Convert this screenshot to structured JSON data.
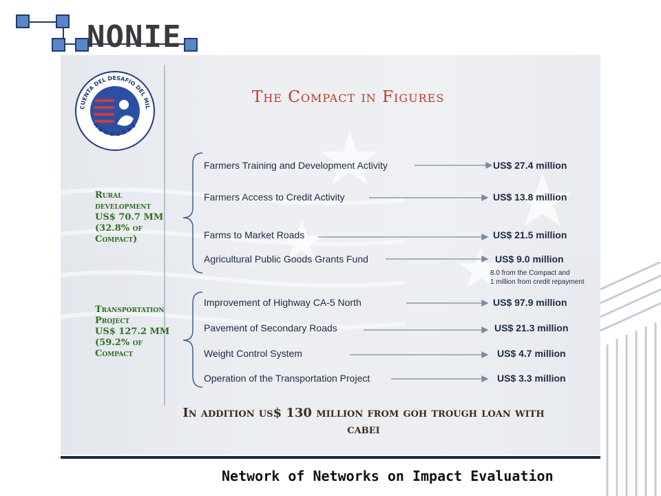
{
  "header": {
    "logo_text": "NONIE"
  },
  "slide": {
    "title": "The Compact in Figures",
    "seal": {
      "ring_text": "CUENTA DEL DESAFÍO DEL MILENIO",
      "country": "HONDURAS"
    },
    "groups": [
      {
        "label_lines": [
          "Rural",
          "development",
          "US$ 70.7 MM",
          "(32.8% of",
          "Compact)"
        ],
        "rows": [
          {
            "label": "Farmers Training and Development Activity",
            "amount": "US$ 27.4 million"
          },
          {
            "label": "Farmers Access to Credit Activity",
            "amount": "US$ 13.8 million"
          },
          {
            "label": "Farms to Market Roads",
            "amount": "US$ 21.5 million"
          },
          {
            "label": "Agricultural Public Goods Grants Fund",
            "amount": "US$ 9.0 million",
            "note_lines": [
              "8.0 from the Compact and",
              "1 million from credit repayment"
            ]
          }
        ]
      },
      {
        "label_lines": [
          "Transportation",
          "Project",
          "US$ 127.2 MM",
          "(59.2% of",
          "Compact"
        ],
        "rows": [
          {
            "label": "Improvement of Highway CA-5 North",
            "amount": "US$ 97.9 million"
          },
          {
            "label": "Pavement of Secondary Roads",
            "amount": "US$ 21.3 million"
          },
          {
            "label": "Weight Control System",
            "amount": "US$ 4.7 million"
          },
          {
            "label": "Operation of the Transportation Project",
            "amount": "US$ 3.3 million"
          }
        ]
      }
    ],
    "bottom_note_lines": [
      "In addition us$ 130 million from goh trough loan with",
      "cabei"
    ]
  },
  "footer": {
    "text": "Network of Networks on Impact Evaluation"
  },
  "colors": {
    "title": "#c0392b",
    "group_label": "#2f6f1f",
    "footer_rule": "#152a47",
    "accent_blue": "#3f5f8f"
  }
}
